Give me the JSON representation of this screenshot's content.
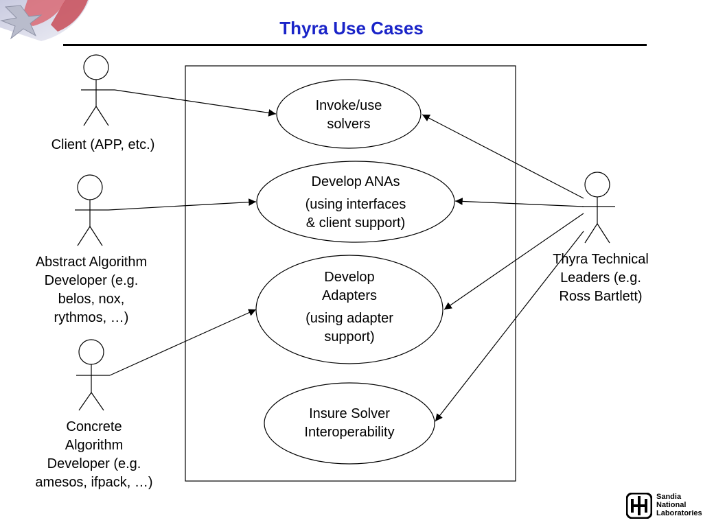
{
  "title": "Thyra Use Cases",
  "actors": [
    {
      "id": "client",
      "label": "Client (APP, etc.)"
    },
    {
      "id": "abstract-developer",
      "label": "Abstract Algorithm\nDeveloper (e.g.\nbelos, nox,\nrythmos, …)"
    },
    {
      "id": "concrete-developer",
      "label": "Concrete\nAlgorithm\nDeveloper (e.g.\namesos, ifpack, …)"
    },
    {
      "id": "technical-leaders",
      "label": "Thyra Technical\nLeaders (e.g.\nRoss Bartlett)"
    }
  ],
  "use_cases": [
    {
      "id": "invoke-solvers",
      "lines": [
        "Invoke/use",
        "solvers"
      ]
    },
    {
      "id": "develop-anas",
      "lines": [
        "Develop ANAs",
        "",
        "(using interfaces",
        "& client support)"
      ]
    },
    {
      "id": "develop-adapters",
      "lines": [
        "Develop",
        "Adapters",
        "",
        "(using adapter",
        "support)"
      ]
    },
    {
      "id": "insure-interoperability",
      "lines": [
        "Insure Solver",
        "Interoperability"
      ]
    }
  ],
  "associations": [
    {
      "from": "client",
      "to": "invoke-solvers"
    },
    {
      "from": "abstract-developer",
      "to": "develop-anas"
    },
    {
      "from": "concrete-developer",
      "to": "develop-adapters"
    },
    {
      "from": "technical-leaders",
      "to": "invoke-solvers"
    },
    {
      "from": "technical-leaders",
      "to": "develop-anas"
    },
    {
      "from": "technical-leaders",
      "to": "develop-adapters"
    },
    {
      "from": "technical-leaders",
      "to": "insure-interoperability"
    }
  ],
  "logo": {
    "lines": [
      "Sandia",
      "National",
      "Laboratories"
    ]
  },
  "colors": {
    "title": "#1a24c8",
    "ink": "#000000"
  }
}
